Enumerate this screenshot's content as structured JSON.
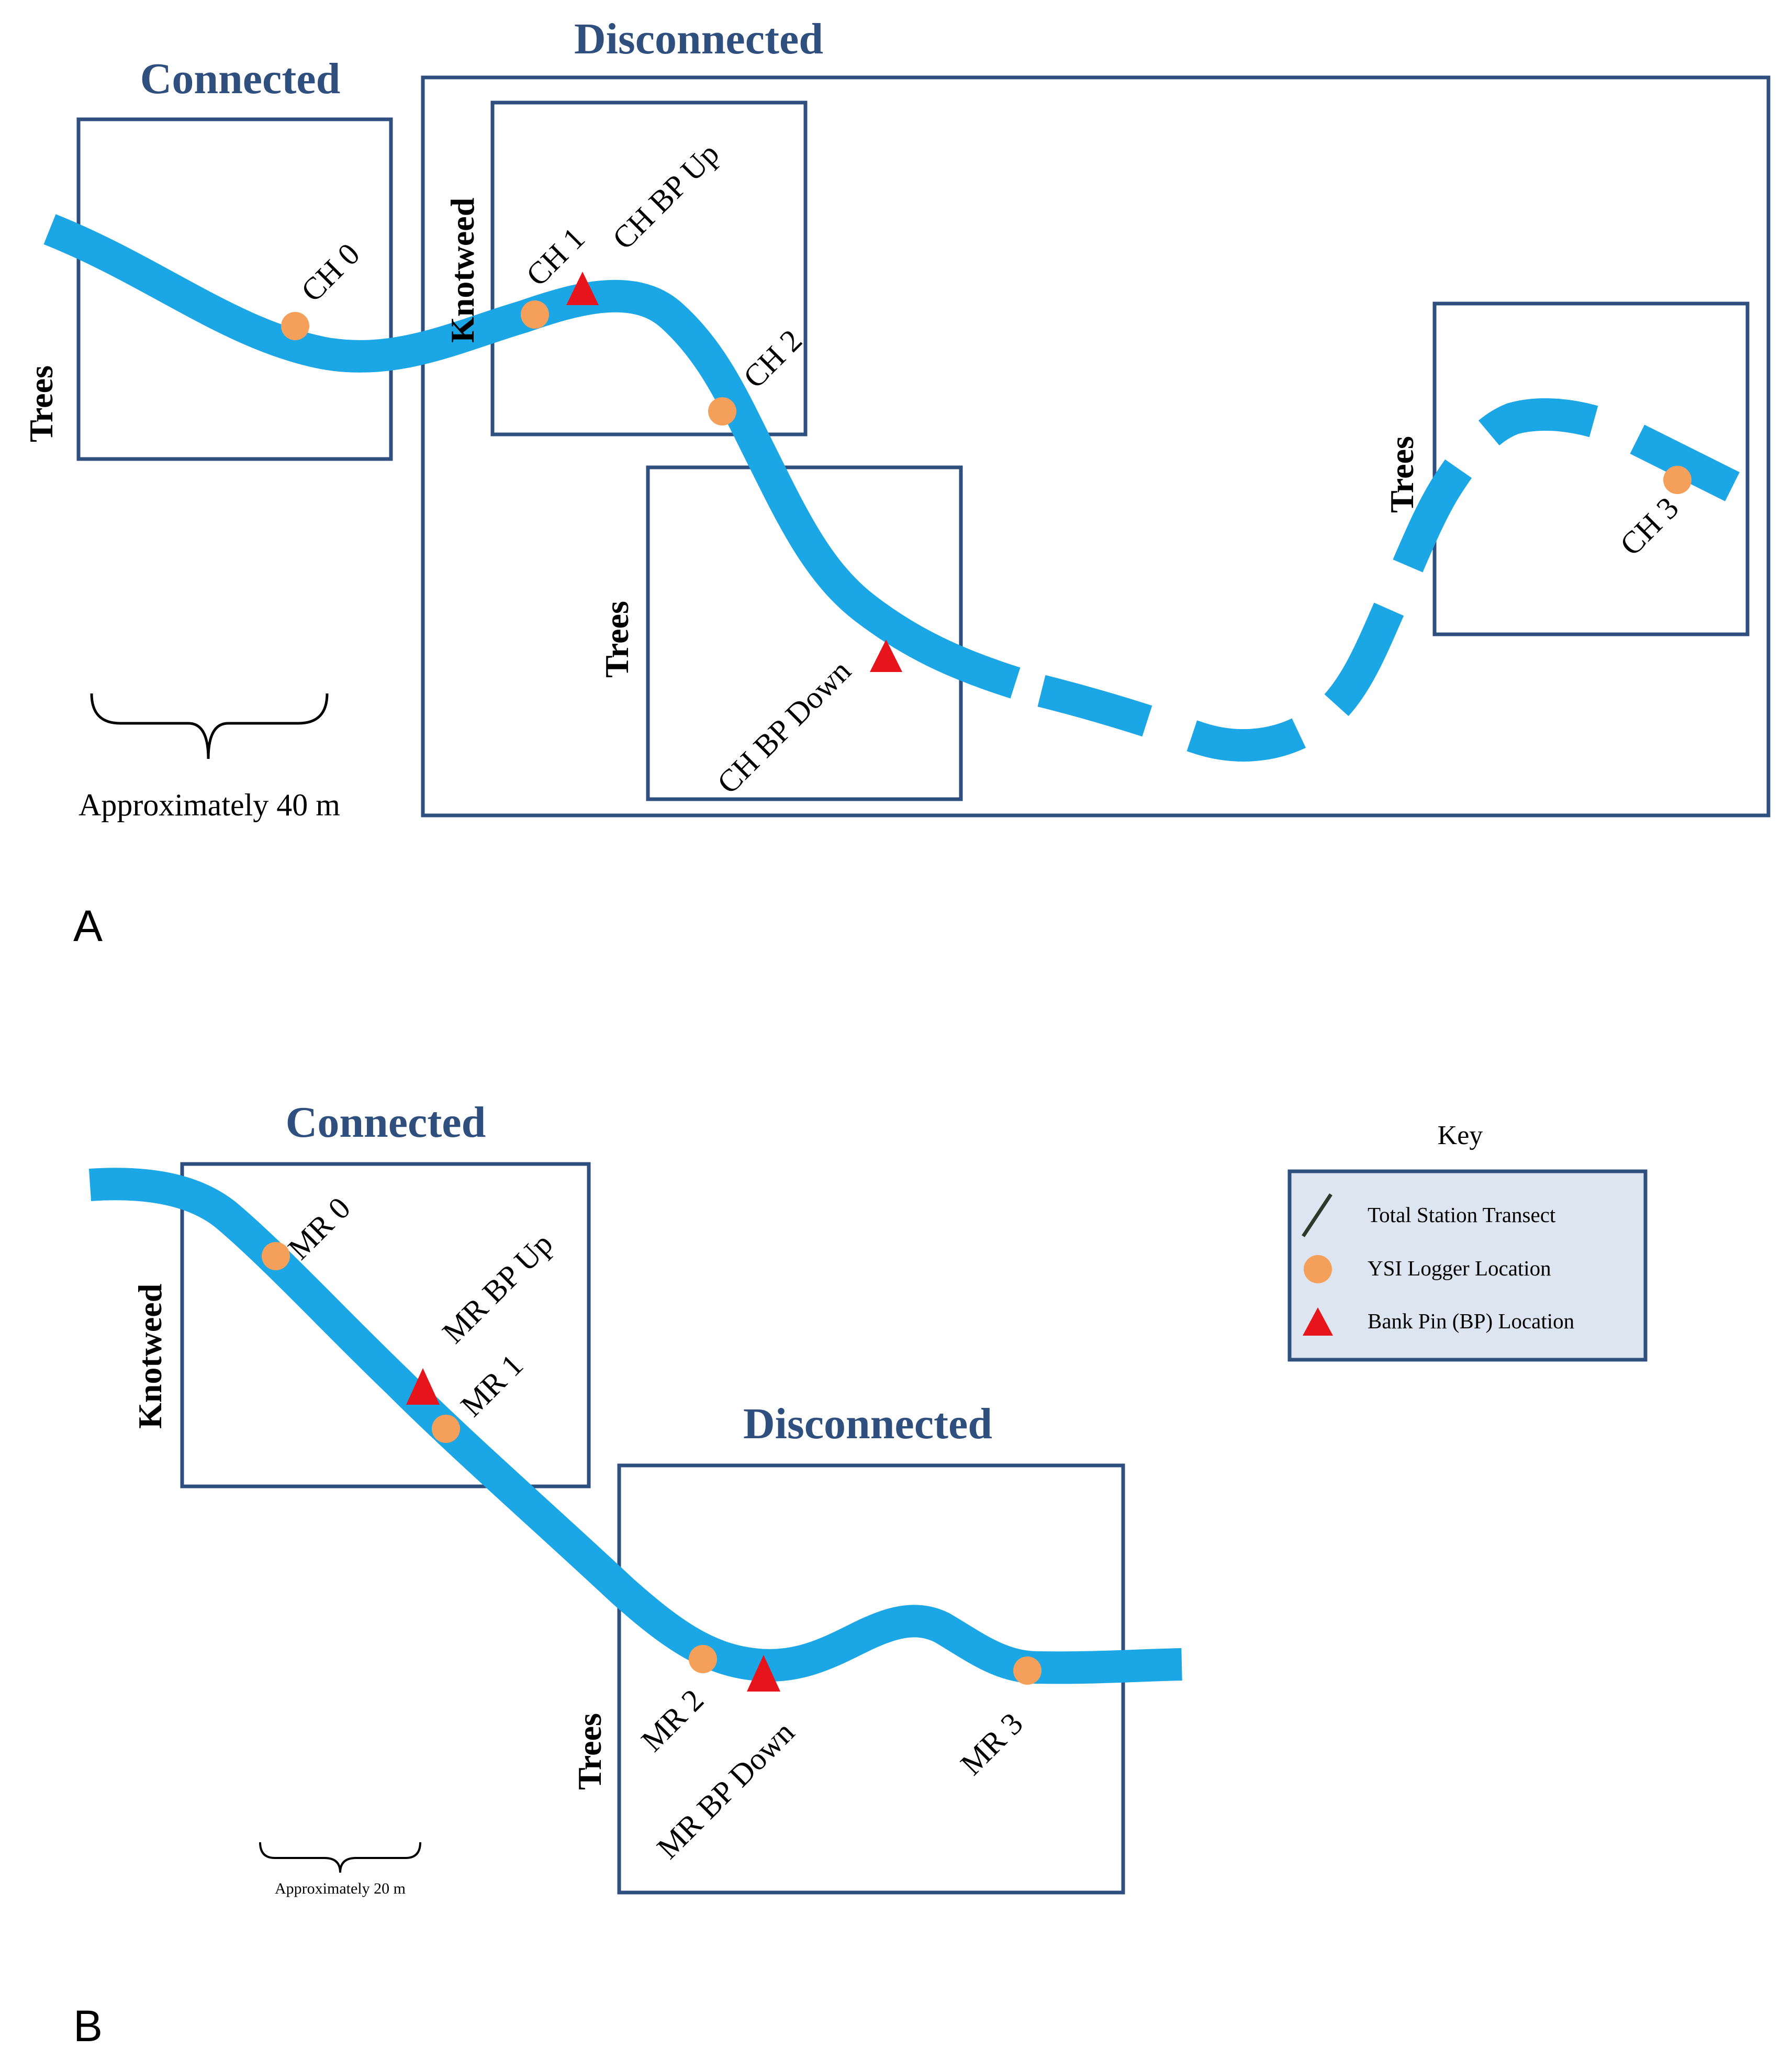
{
  "colors": {
    "river": "#1ba6e6",
    "logger": "#f5a05a",
    "bank_pin": "#e8141b",
    "box_stroke": "#2f4f7f",
    "title": "#2f4f7f",
    "key_bg": "#dde6f0"
  },
  "panel_a": {
    "label": "A",
    "title_connected": "Connected",
    "title_disconnected": "Disconnected",
    "vegetation": [
      "Trees",
      "Knotweed",
      "Trees",
      "Trees"
    ],
    "sites": {
      "ch0": "CH 0",
      "ch1": "CH 1",
      "ch2": "CH 2",
      "ch3": "CH 3",
      "bp_up": "CH BP Up",
      "bp_down": "CH BP Down"
    },
    "scale": "Approximately 40 m"
  },
  "panel_b": {
    "label": "B",
    "title_connected": "Connected",
    "title_disconnected": "Disconnected",
    "vegetation": [
      "Knotweed",
      "Trees"
    ],
    "sites": {
      "mr0": "MR 0",
      "mr1": "MR 1",
      "mr2": "MR 2",
      "mr3": "MR 3",
      "bp_up": "MR BP Up",
      "bp_down": "MR BP Down"
    },
    "scale": "Approximately 20 m"
  },
  "key": {
    "title": "Key",
    "items": [
      {
        "icon": "transect-line-icon",
        "label": "Total Station Transect"
      },
      {
        "icon": "logger-dot-icon",
        "label": "YSI Logger Location"
      },
      {
        "icon": "bank-pin-triangle-icon",
        "label": "Bank Pin (BP) Location"
      }
    ]
  }
}
